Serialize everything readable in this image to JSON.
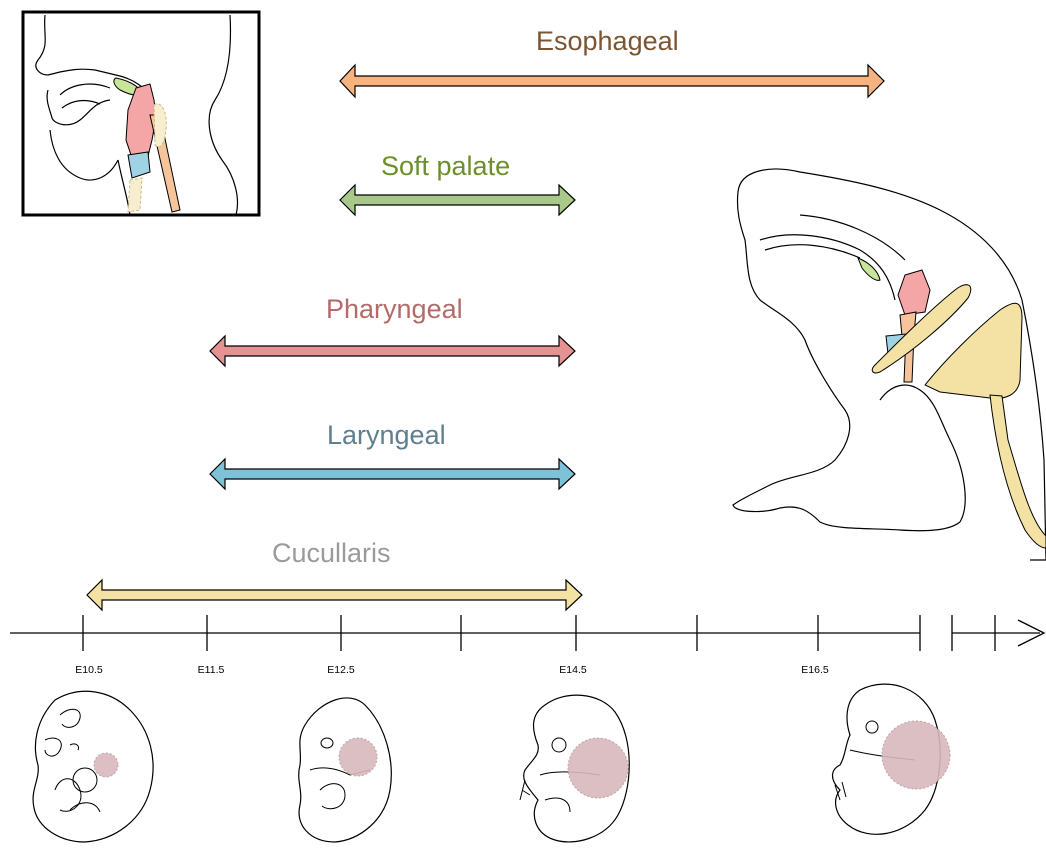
{
  "colors": {
    "esophageal": "#f6b37f",
    "esophageal_text": "#7b5533",
    "soft_palate": "#a9c98a",
    "soft_palate_text": "#6c8f2a",
    "pharyngeal": "#e49292",
    "pharyngeal_text": "#b56a6a",
    "laryngeal": "#7ec2d8",
    "laryngeal_text": "#5e7f8e",
    "cucullaris": "#f4e2a5",
    "cucullaris_text": "#9a9a9a",
    "embryo_region": "#d9b9bd",
    "outline": "#000000"
  },
  "muscles": [
    {
      "key": "esophageal",
      "label": "Esophageal"
    },
    {
      "key": "soft_palate",
      "label": "Soft palate"
    },
    {
      "key": "pharyngeal",
      "label": "Pharyngeal"
    },
    {
      "key": "laryngeal",
      "label": "Laryngeal"
    },
    {
      "key": "cucullaris",
      "label": "Cucullaris"
    }
  ],
  "timeline": {
    "stages": [
      {
        "label": "E10.5"
      },
      {
        "label": "E11.5"
      },
      {
        "label": "E12.5"
      },
      {
        "label": "E14.5"
      },
      {
        "label": "E16.5"
      }
    ]
  },
  "icons": {
    "adult_head_inset": "adult-head-section-icon",
    "embryo_head": "embryo-head-section-icon",
    "embryos": [
      "embryo-e10-5-icon",
      "embryo-e12-5-icon",
      "embryo-e14-5-icon",
      "embryo-e16-5-icon"
    ]
  }
}
